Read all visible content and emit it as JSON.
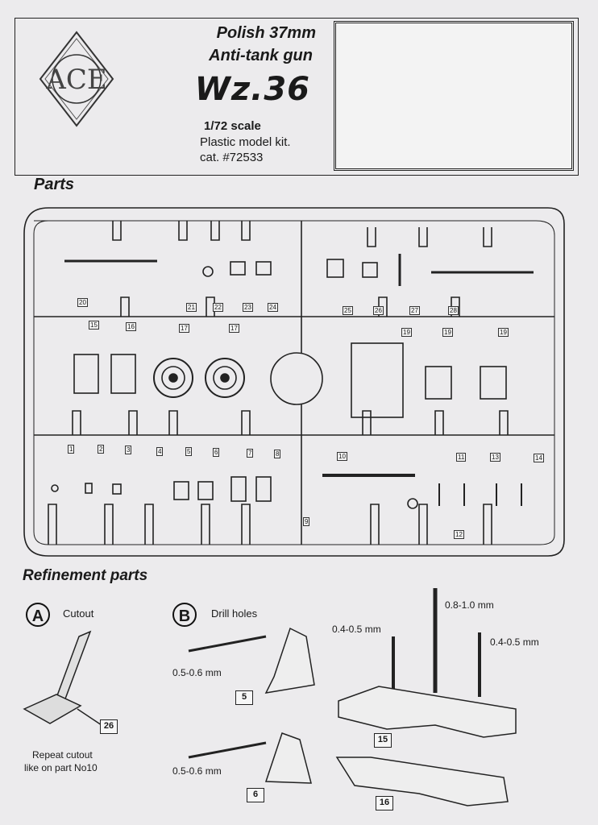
{
  "header": {
    "logo_text": "ACE",
    "title_line1": "Polish 37mm",
    "title_line2": "Anti-tank gun",
    "title_line3": "Wz.36",
    "scale": "1/72 scale",
    "kit_type": "Plastic model kit.",
    "catalog": "cat. #72533"
  },
  "parts_section": {
    "heading": "Parts",
    "labels": [
      "20",
      "21",
      "22",
      "23",
      "24",
      "25",
      "26",
      "27",
      "28",
      "15",
      "16",
      "17",
      "17",
      "19",
      "19",
      "19",
      "1",
      "2",
      "3",
      "4",
      "5",
      "6",
      "7",
      "8",
      "9",
      "10",
      "11",
      "12",
      "13",
      "14"
    ]
  },
  "refinement": {
    "heading": "Refinement parts",
    "a": {
      "letter": "A",
      "label": "Cutout",
      "part": "26",
      "note_line1": "Repeat cutout",
      "note_line2": "like on part No10"
    },
    "b": {
      "letter": "B",
      "label": "Drill holes",
      "drill_5": "0.5-0.6 mm",
      "part_5": "5",
      "drill_6": "0.5-0.6 mm",
      "part_6": "6",
      "drill_left": "0.4-0.5 mm",
      "drill_mid": "0.8-1.0 mm",
      "drill_right": "0.4-0.5 mm",
      "part_15": "15",
      "part_16": "16"
    }
  }
}
